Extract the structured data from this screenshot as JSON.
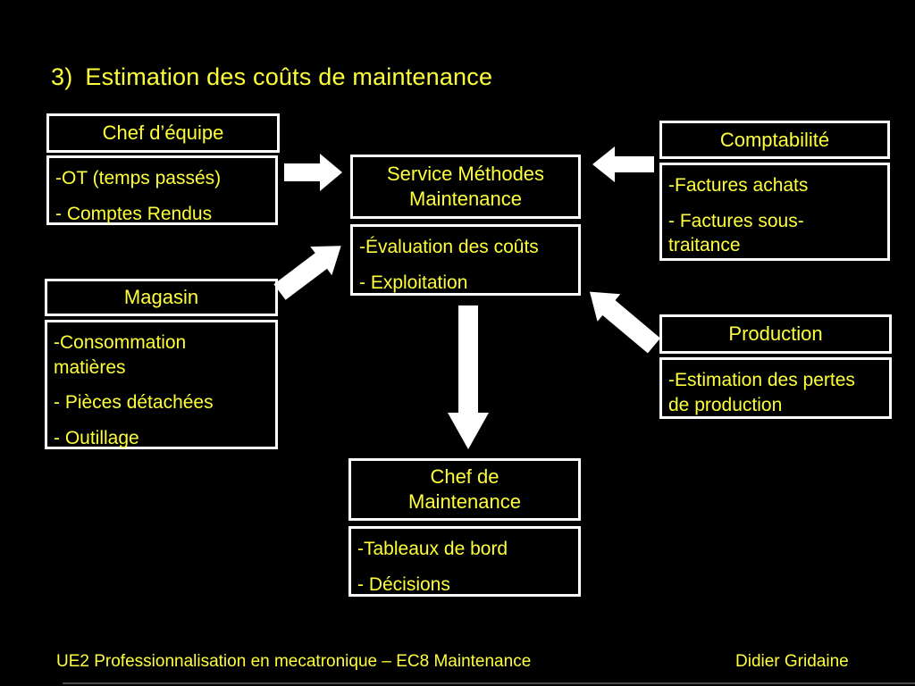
{
  "slide": {
    "title_number": "3)",
    "title_text": "Estimation des coûts de maintenance",
    "footer_left": "UE2 Professionnalisation en mecatronique – EC8 Maintenance",
    "footer_right": "Didier Gridaine"
  },
  "colors": {
    "background": "#000000",
    "text": "#feff3a",
    "box_border": "#ffffff",
    "arrow": "#ffffff"
  },
  "boxes": {
    "chef_equipe": {
      "title": "Chef d’équipe",
      "items": [
        "-OT (temps passés)",
        "- Comptes Rendus"
      ]
    },
    "service_methodes": {
      "title": "Service Méthodes\nMaintenance",
      "items": [
        "-Évaluation des coûts",
        "- Exploitation"
      ]
    },
    "comptabilite": {
      "title": "Comptabilité",
      "items": [
        "-Factures achats",
        "- Factures sous-\ntraitance"
      ]
    },
    "magasin": {
      "title": "Magasin",
      "items": [
        "-Consommation\nmatières",
        "- Pièces détachées",
        "- Outillage"
      ]
    },
    "production": {
      "title": "Production",
      "items": [
        "-Estimation des pertes\nde production"
      ]
    },
    "chef_maintenance": {
      "title": "Chef de\nMaintenance",
      "items": [
        "-Tableaux de bord",
        "- Décisions"
      ]
    }
  },
  "arrows": [
    {
      "from": "chef_equipe",
      "to": "service_methodes",
      "direction": "right"
    },
    {
      "from": "comptabilite",
      "to": "service_methodes",
      "direction": "left"
    },
    {
      "from": "magasin",
      "to": "service_methodes",
      "direction": "up-right"
    },
    {
      "from": "production",
      "to": "service_methodes",
      "direction": "up-left"
    },
    {
      "from": "service_methodes",
      "to": "chef_maintenance",
      "direction": "down"
    }
  ]
}
